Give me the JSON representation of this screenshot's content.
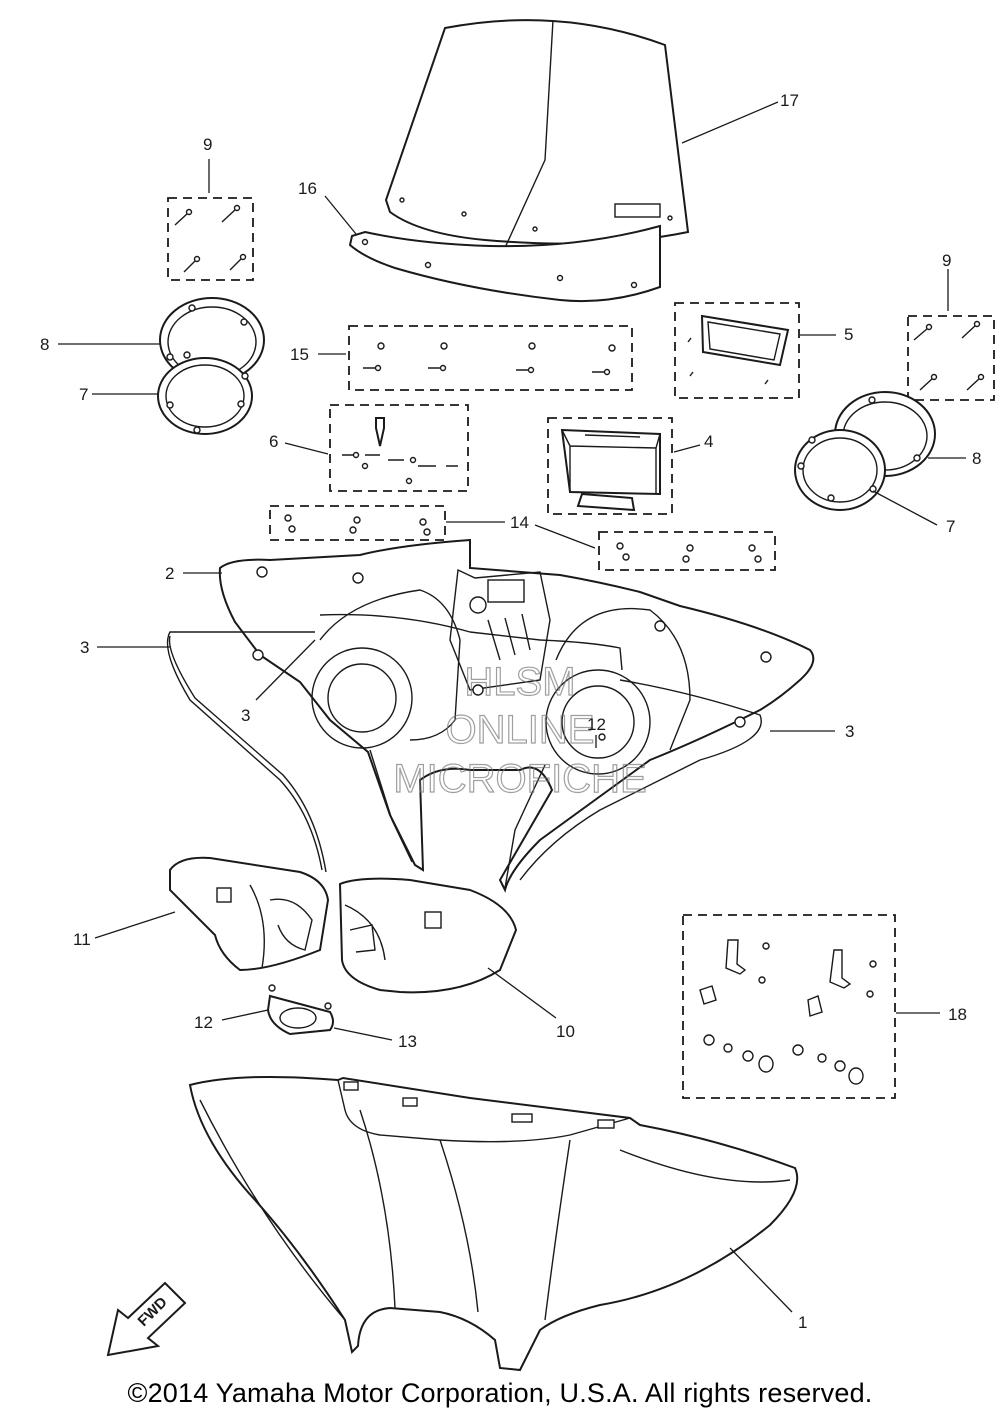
{
  "watermark": {
    "line1": "HLSM",
    "line2": "ONLINE",
    "line3": "MICROFICHE"
  },
  "fwd_label": "FWD",
  "copyright": "©2014 Yamaha Motor Corporation, U.S.A. All rights reserved.",
  "callouts": [
    {
      "id": "c17",
      "label": "17"
    },
    {
      "id": "c16",
      "label": "16"
    },
    {
      "id": "c9a",
      "label": "9"
    },
    {
      "id": "c9b",
      "label": "9"
    },
    {
      "id": "c8a",
      "label": "8"
    },
    {
      "id": "c8b",
      "label": "8"
    },
    {
      "id": "c7a",
      "label": "7"
    },
    {
      "id": "c7b",
      "label": "7"
    },
    {
      "id": "c15",
      "label": "15"
    },
    {
      "id": "c5",
      "label": "5"
    },
    {
      "id": "c6",
      "label": "6"
    },
    {
      "id": "c4",
      "label": "4"
    },
    {
      "id": "c14",
      "label": "14"
    },
    {
      "id": "c2",
      "label": "2"
    },
    {
      "id": "c3a",
      "label": "3"
    },
    {
      "id": "c3b",
      "label": "3"
    },
    {
      "id": "c3c",
      "label": "3"
    },
    {
      "id": "c12a",
      "label": "12"
    },
    {
      "id": "c11",
      "label": "11"
    },
    {
      "id": "c10",
      "label": "10"
    },
    {
      "id": "c12b",
      "label": "12"
    },
    {
      "id": "c13",
      "label": "13"
    },
    {
      "id": "c18",
      "label": "18"
    },
    {
      "id": "c1",
      "label": "1"
    }
  ]
}
